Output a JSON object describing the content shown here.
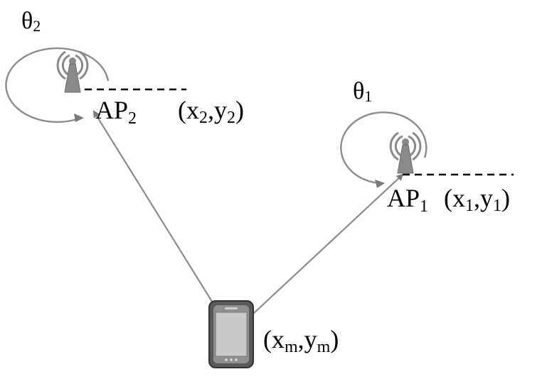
{
  "theta2": {
    "base": "θ",
    "sub": "2"
  },
  "theta1": {
    "base": "θ",
    "sub": "1"
  },
  "ap2": {
    "name_base": "AP",
    "name_sub": "2",
    "coord_open": "(x",
    "coord_x_sub": "2",
    "coord_mid": ",y",
    "coord_y_sub": "2",
    "coord_close": ")"
  },
  "ap1": {
    "name_base": "AP",
    "name_sub": "1",
    "coord_open": "(x",
    "coord_x_sub": "1",
    "coord_mid": ",y",
    "coord_y_sub": "1",
    "coord_close": ")"
  },
  "mobile": {
    "coord_open": "(x",
    "coord_x_sub": "m",
    "coord_mid": ",y",
    "coord_y_sub": "m",
    "coord_close": ")"
  },
  "colors": {
    "line": "#8c8c8c",
    "tower": "#8a8a8a",
    "dashed": "#000000",
    "phone_screen": "#c8c8c8"
  },
  "icons": [
    "antenna-tower-icon",
    "mobile-phone-icon"
  ]
}
